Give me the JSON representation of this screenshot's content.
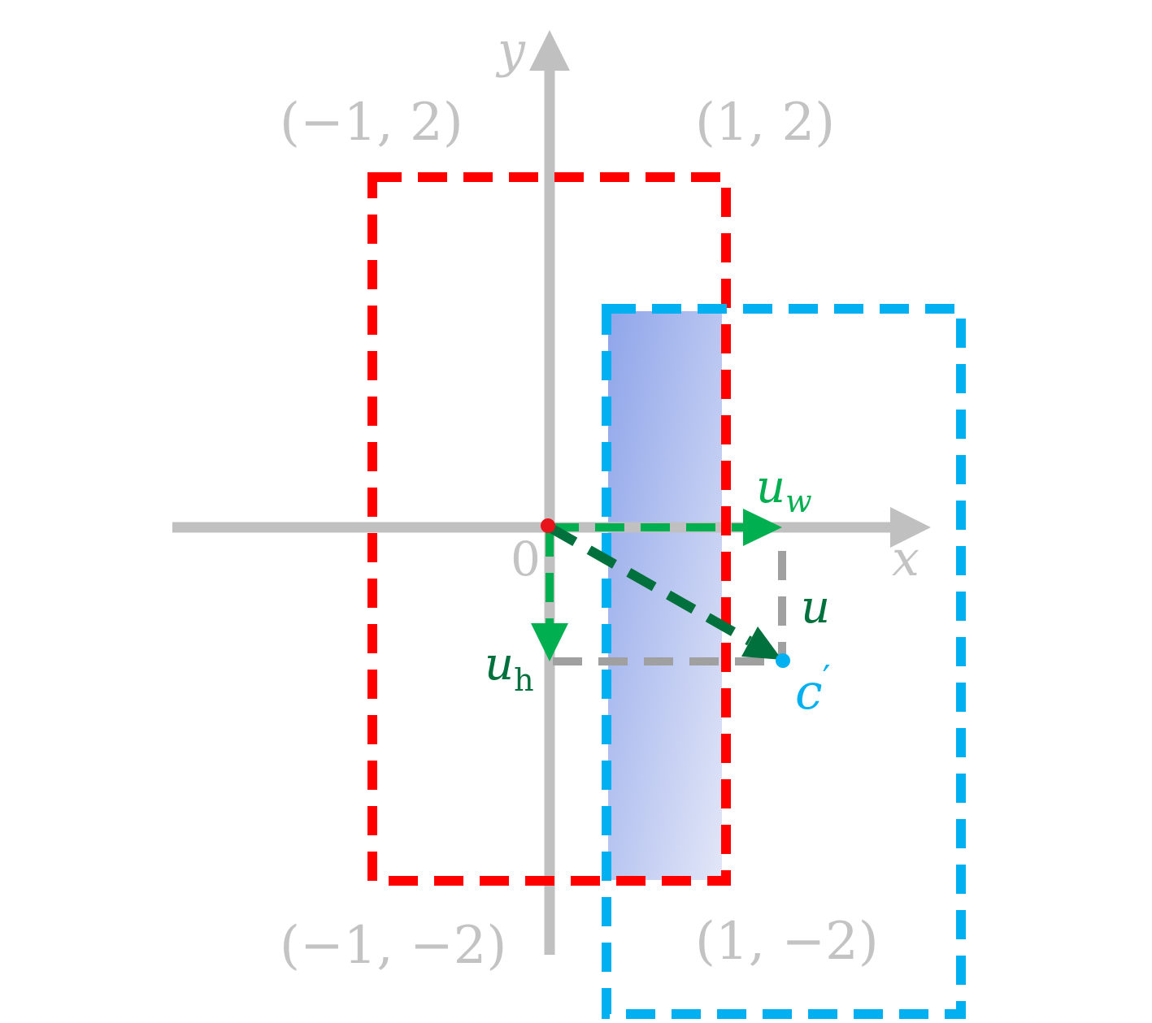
{
  "colors": {
    "axis": "#c0c0c0",
    "axis_label": "#c3c3c3",
    "red_box": "#ff0000",
    "blue_box": "#00b0f0",
    "green_light": "#00b050",
    "green_dark": "#00703c",
    "guide_gray": "#a0a0a0",
    "fill_start": "#8fa5ea",
    "fill_end": "#e2e6f7",
    "origin_dot": "#e8141b"
  },
  "axes": {
    "x_label": "x",
    "y_label": "y",
    "origin_label": "0"
  },
  "corners": {
    "top_left": "(−1, 2)",
    "top_right": "(1, 2)",
    "bottom_left": "(−1, −2)",
    "bottom_right": "(1, −2)"
  },
  "vectors": {
    "u_w": {
      "base": "u",
      "sub": "w"
    },
    "u_h": {
      "base": "u",
      "sub": "h"
    },
    "u": "u",
    "c_prime": {
      "base": "c",
      "prime": "′"
    }
  }
}
